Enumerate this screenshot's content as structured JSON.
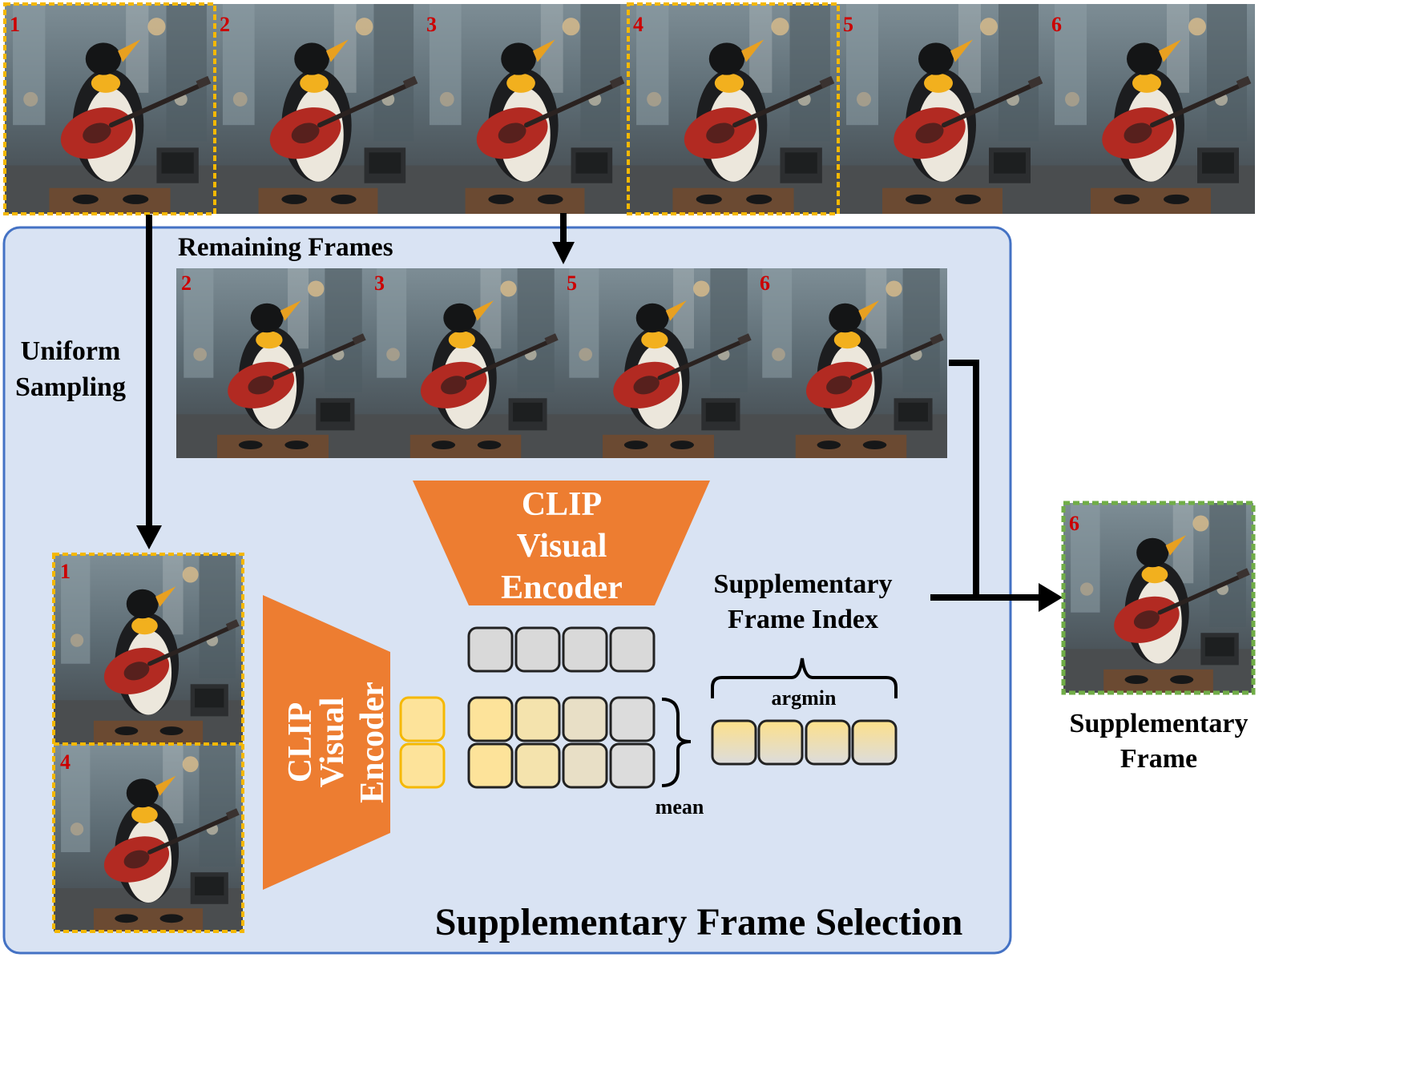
{
  "top_frames": [
    "1",
    "2",
    "3",
    "4",
    "5",
    "6"
  ],
  "remaining_frames": [
    "2",
    "3",
    "5",
    "6"
  ],
  "sampled_frames": [
    "1",
    "4"
  ],
  "supplementary_frame_number": "6",
  "labels": {
    "remaining_frames": "Remaining Frames",
    "uniform_sampling_line1": "Uniform",
    "uniform_sampling_line2": "Sampling",
    "clip_line1": "CLIP",
    "clip_line2": "Visual",
    "clip_line3": "Encoder",
    "sup_index_line1": "Supplementary",
    "sup_index_line2": "Frame Index",
    "argmin": "argmin",
    "mean": "mean",
    "sup_frame_line1": "Supplementary",
    "sup_frame_line2": "Frame",
    "panel_title": "Supplementary Frame Selection"
  },
  "colors": {
    "panel_fill": "#d9e3f3",
    "panel_stroke": "#4472c4",
    "encoder_fill": "#ed7d31",
    "selected_border": "#f5b800",
    "supplementary_border": "#70ad47",
    "frame_number": "#cc0000"
  }
}
